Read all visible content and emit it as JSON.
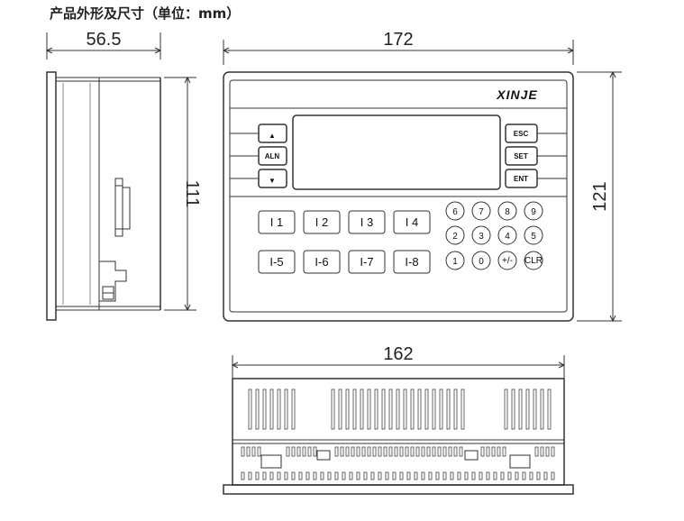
{
  "title": "产品外形及尺寸（单位：mm）",
  "brand": "XINJE",
  "dimensions": {
    "side_width": "56.5",
    "side_height": "111",
    "front_width": "172",
    "front_height": "121",
    "bottom_width": "162"
  },
  "nav_buttons": {
    "up": "▲",
    "align": "ALN",
    "down": "▼",
    "escape": "ESC",
    "set": "SET",
    "enter": "ENT"
  },
  "function_keys": [
    "I 1",
    "I 2",
    "I 3",
    "I 4",
    "I-5",
    "I-6",
    "I-7",
    "I-8"
  ],
  "numeric_keys": [
    "6",
    "7",
    "8",
    "9",
    "2",
    "3",
    "4",
    "5",
    "1",
    "0",
    "+/-",
    "CLR"
  ]
}
